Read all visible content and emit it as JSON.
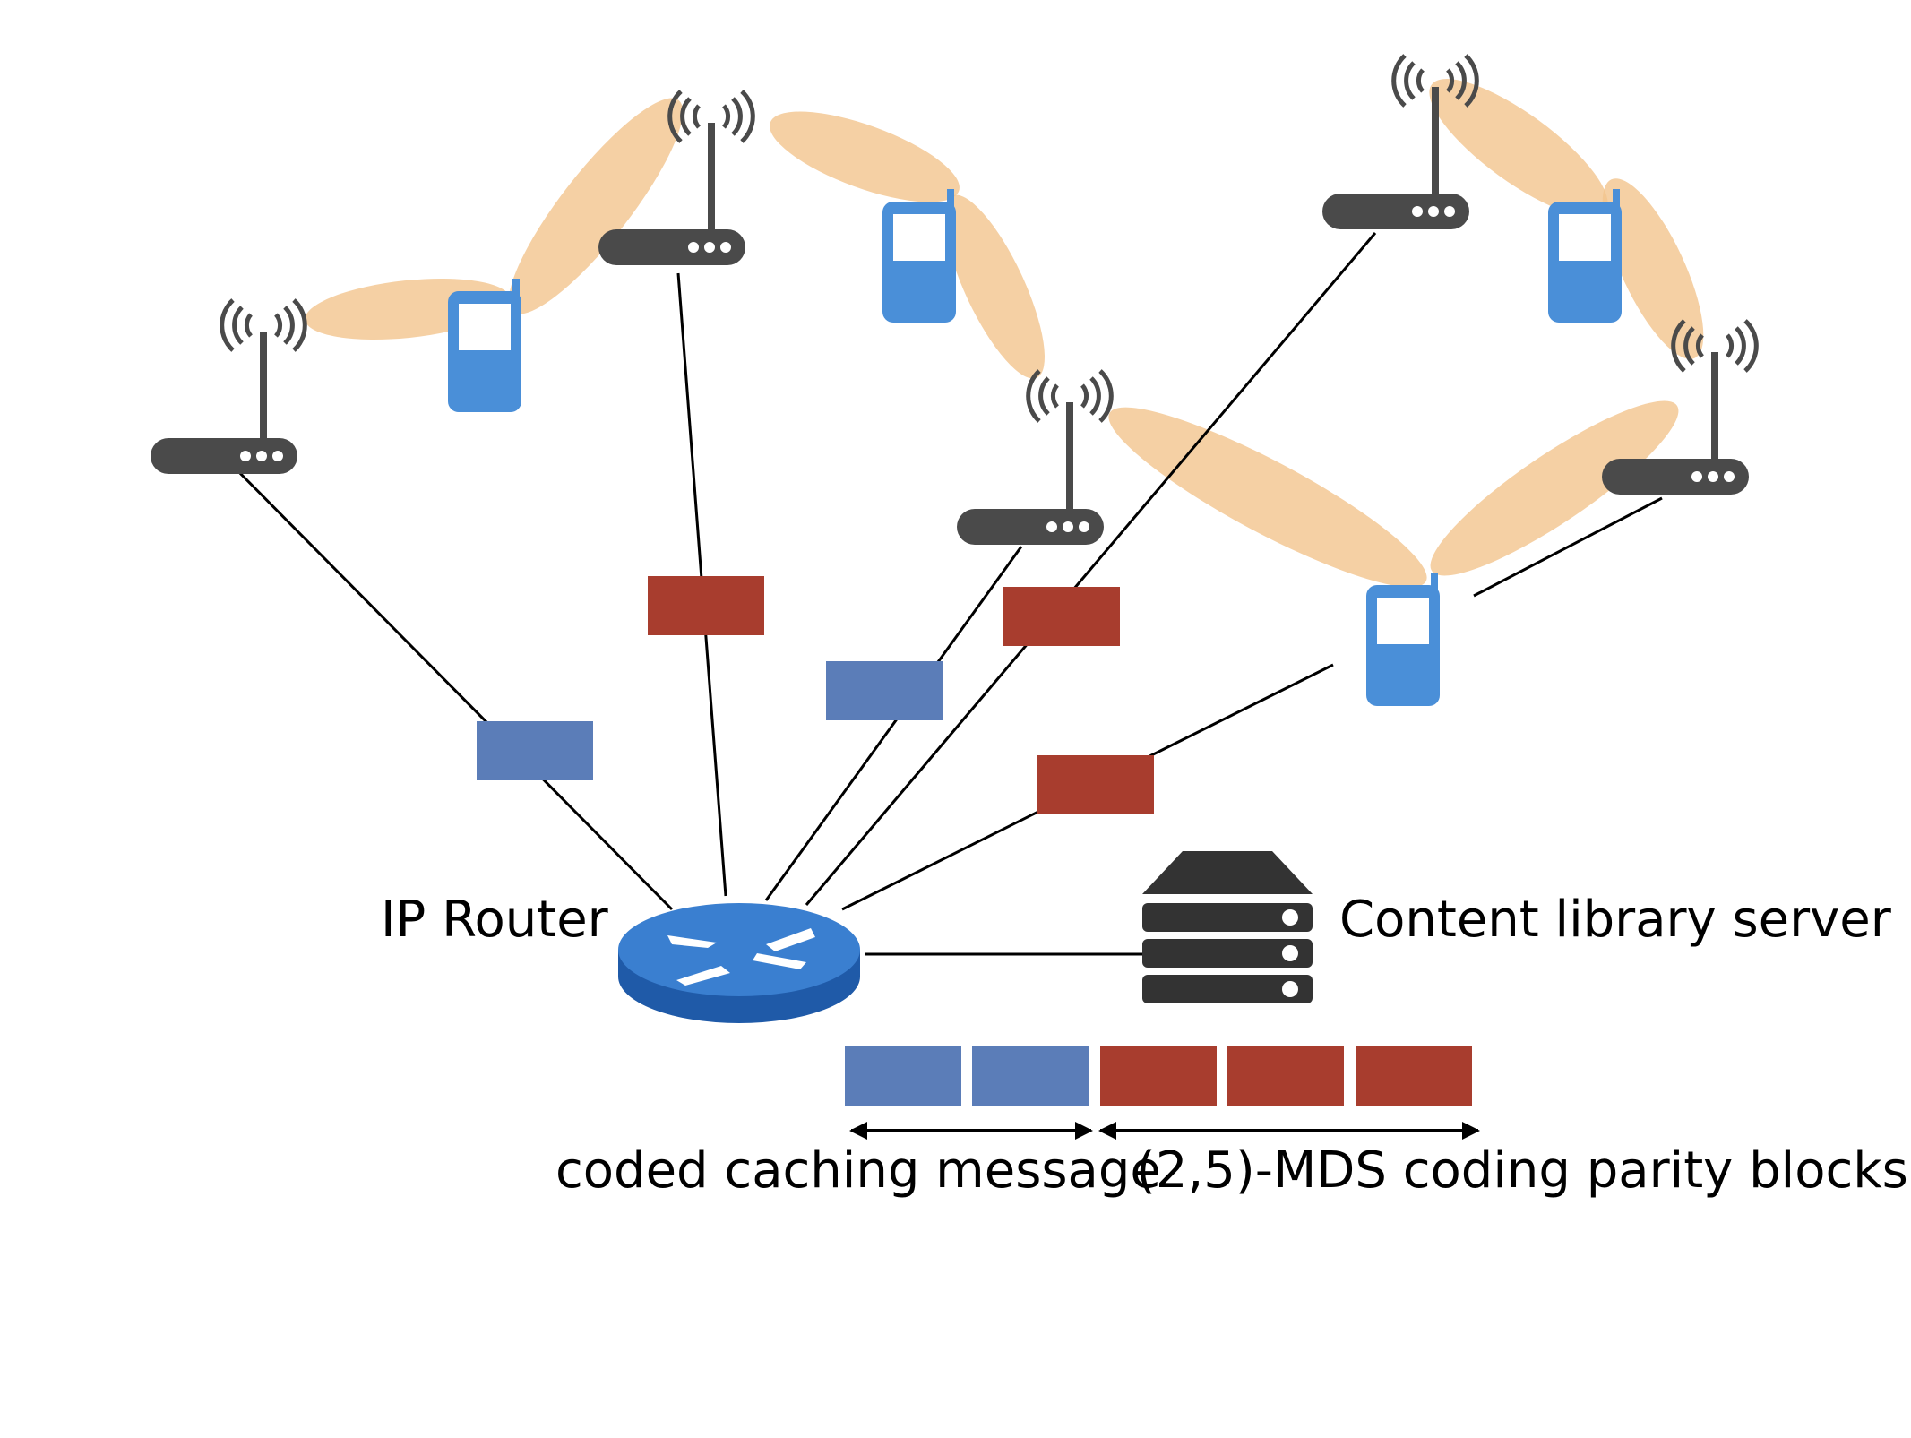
{
  "labels": {
    "ip_router": "IP Router",
    "content_server": "Content library server",
    "coded_caching": "coded caching message",
    "mds_parity": "(2,5)-MDS coding parity blocks"
  },
  "colors": {
    "blue_block": "#5b7db8",
    "red_block": "#a83d2e",
    "coverage": "#f2c48d",
    "router_gray": "#4a4a4a",
    "phone_blue": "#4a8fd8",
    "ip_router_blue": "#2c6fc4",
    "server_dark": "#333333"
  },
  "icons": {
    "wifi_router": "wifi-router-icon",
    "phone": "mobile-phone-icon",
    "ip_router": "ip-router-icon",
    "server": "server-icon"
  }
}
